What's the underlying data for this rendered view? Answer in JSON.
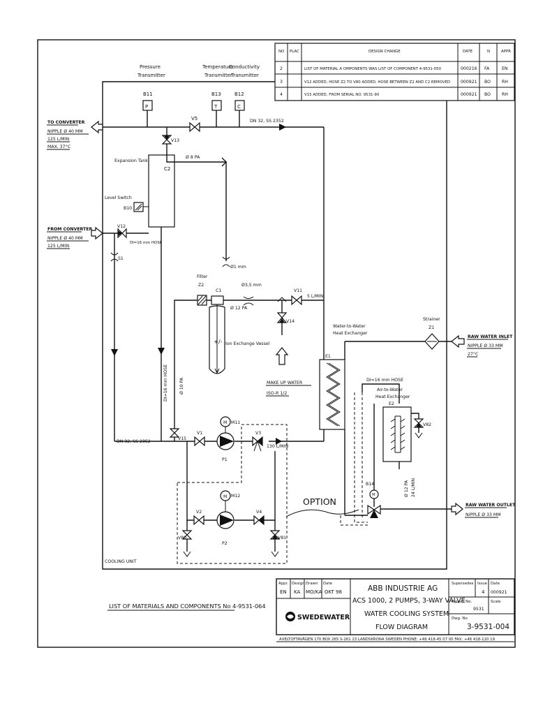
{
  "revision_table": {
    "headers": [
      "NO",
      "PLAC",
      "DESIGN CHANGE",
      "DATE",
      "N",
      "APPR"
    ],
    "rows": [
      {
        "no": "2",
        "plac": "",
        "change": "LIST OF MATERIAL A  OMPONENTS WAS LIST OF COMPONENT 4-9531-050",
        "date": "000216",
        "n": "FA",
        "appr": "EN"
      },
      {
        "no": "3",
        "plac": "",
        "change": "V12 ADDED, HOSE Z2 TO V80 ADDED, HOSE BETWEEN Z2 AND C2 REMOVED",
        "date": "000921",
        "n": "BO",
        "appr": "RH"
      },
      {
        "no": "4",
        "plac": "",
        "change": "V15 ADDED, FROM SERIAL NO. 9531-90",
        "date": "000921",
        "n": "BO",
        "appr": "RH"
      }
    ]
  },
  "transmitters": {
    "pressure": [
      "Pressure",
      "Transmitter"
    ],
    "temperature": [
      "Temperature",
      "Transmitter"
    ],
    "conductivity": [
      "Conductivity",
      "Transmitter"
    ]
  },
  "components": {
    "b11": "B11",
    "b13": "B13",
    "b12": "B12",
    "b11_sym": "P",
    "b13_sym": "T",
    "b12_sym": "C",
    "v5": "V5",
    "v13": "V13",
    "v12": "V12",
    "v11": "V11",
    "v14": "V14",
    "v15": "V15",
    "v1": "V1",
    "v3": "V3",
    "v2": "V2",
    "v4": "V4",
    "v80": "V80",
    "v81": "V81",
    "v82": "V82",
    "c1": "C1",
    "c2": "C2",
    "z1": "Z1",
    "z2": "Z2",
    "e1": "E1",
    "e2": "E2",
    "s1": "S1",
    "b10": "B10",
    "b14": "B14",
    "p1": "P1",
    "p2": "P2",
    "m11": "M11",
    "m12": "M12",
    "m": "M"
  },
  "labels": {
    "dn_top": "DN 32, SS 2352",
    "dn_bottom": "DN 32, SS 2352",
    "expansion_tank": "Expansion Tank",
    "level_switch": "Level Switch",
    "orifice_8pa": "Ø 8 PA",
    "hose_v12": "DI=16 mm HOSE",
    "orifice_1mm": "Ø1 mm",
    "filter": "Filter",
    "orifice_3_5": "Ø3,5 mm",
    "flow_5": "5 L/MIN",
    "orifice_12pa": "Ø 12 PA",
    "ion_vessel": "Ion Exchange Vessel",
    "ion_symbol": "+/-",
    "hose_vertical": "DI=16 mm HOSE",
    "orifice_10pa": "Ø 10 PA",
    "makeup_water": "MAKE UP WATER",
    "makeup_spec": "ISO-R 1/2",
    "ww_hx": [
      "Water-to-Water",
      "Heat Exchanger"
    ],
    "strainer": "Strainer",
    "hose_e2": "DI=16 mm HOSE",
    "aw_hx": [
      "Air-to-Water",
      "Heat Exchanger"
    ],
    "flow_130": "130 L/MIN",
    "orifice_e2": "Ø 12 PA",
    "flow_24": "24 L/MIN",
    "option": "OPTION",
    "cooling_unit": "COOLING UNIT"
  },
  "connections": {
    "to_converter": {
      "title": "TO CONVERTER",
      "lines": [
        "NIPPLE Ø 40 MM",
        "125 L/MIN",
        "MAX. 37°C"
      ]
    },
    "from_converter": {
      "title": "FROM CONVERTER",
      "lines": [
        "NIPPLE Ø 40 MM",
        "125 L/MIN"
      ]
    },
    "raw_inlet": {
      "title": "RAW WATER INLET",
      "lines": [
        "NIPPLE Ø 33 MM",
        "27°C"
      ]
    },
    "raw_outlet": {
      "title": "RAW WATER OUTLET",
      "lines": [
        "NIPPLE Ø 33 MM"
      ]
    }
  },
  "materials_list": "LIST OF MATERIALS AND COMPONENTS No  4-9531-064",
  "title_block": {
    "appr_label": "Appr.",
    "appr": "EN",
    "design_label": "Design",
    "design": "KA",
    "drawn_label": "Drawn",
    "drawn": "MO/KA",
    "date_label": "Date",
    "date": "OKT 98",
    "company": "ABB INDUSTRIE AG",
    "title_lines": [
      "ACS 1000, 2 PUMPS, 3-WAY VALVE",
      "WATER COOLING SYSTEM",
      "FLOW DIAGRAM"
    ],
    "logo": "SWEDEWATER",
    "supersedes_label": "Supersedes",
    "supersedes": "",
    "issue_label": "Issue",
    "issue": "4",
    "date2_label": "Date",
    "date2": "000921",
    "project_label": "Project No.",
    "project": "9531",
    "scale_label": "Scale",
    "scale": "",
    "dwg_label": "Dwg. No",
    "dwg": "3-9531-004",
    "address": "AXELTOFTAVÄGEN 170  BOX 265  S-261 23 LANDSKRONA  SWEDEN   PHONE: +46 418-45 07 00   FAX: +46 418-120 19"
  },
  "colors": {
    "ink": "#111111",
    "paper": "#ffffff"
  }
}
